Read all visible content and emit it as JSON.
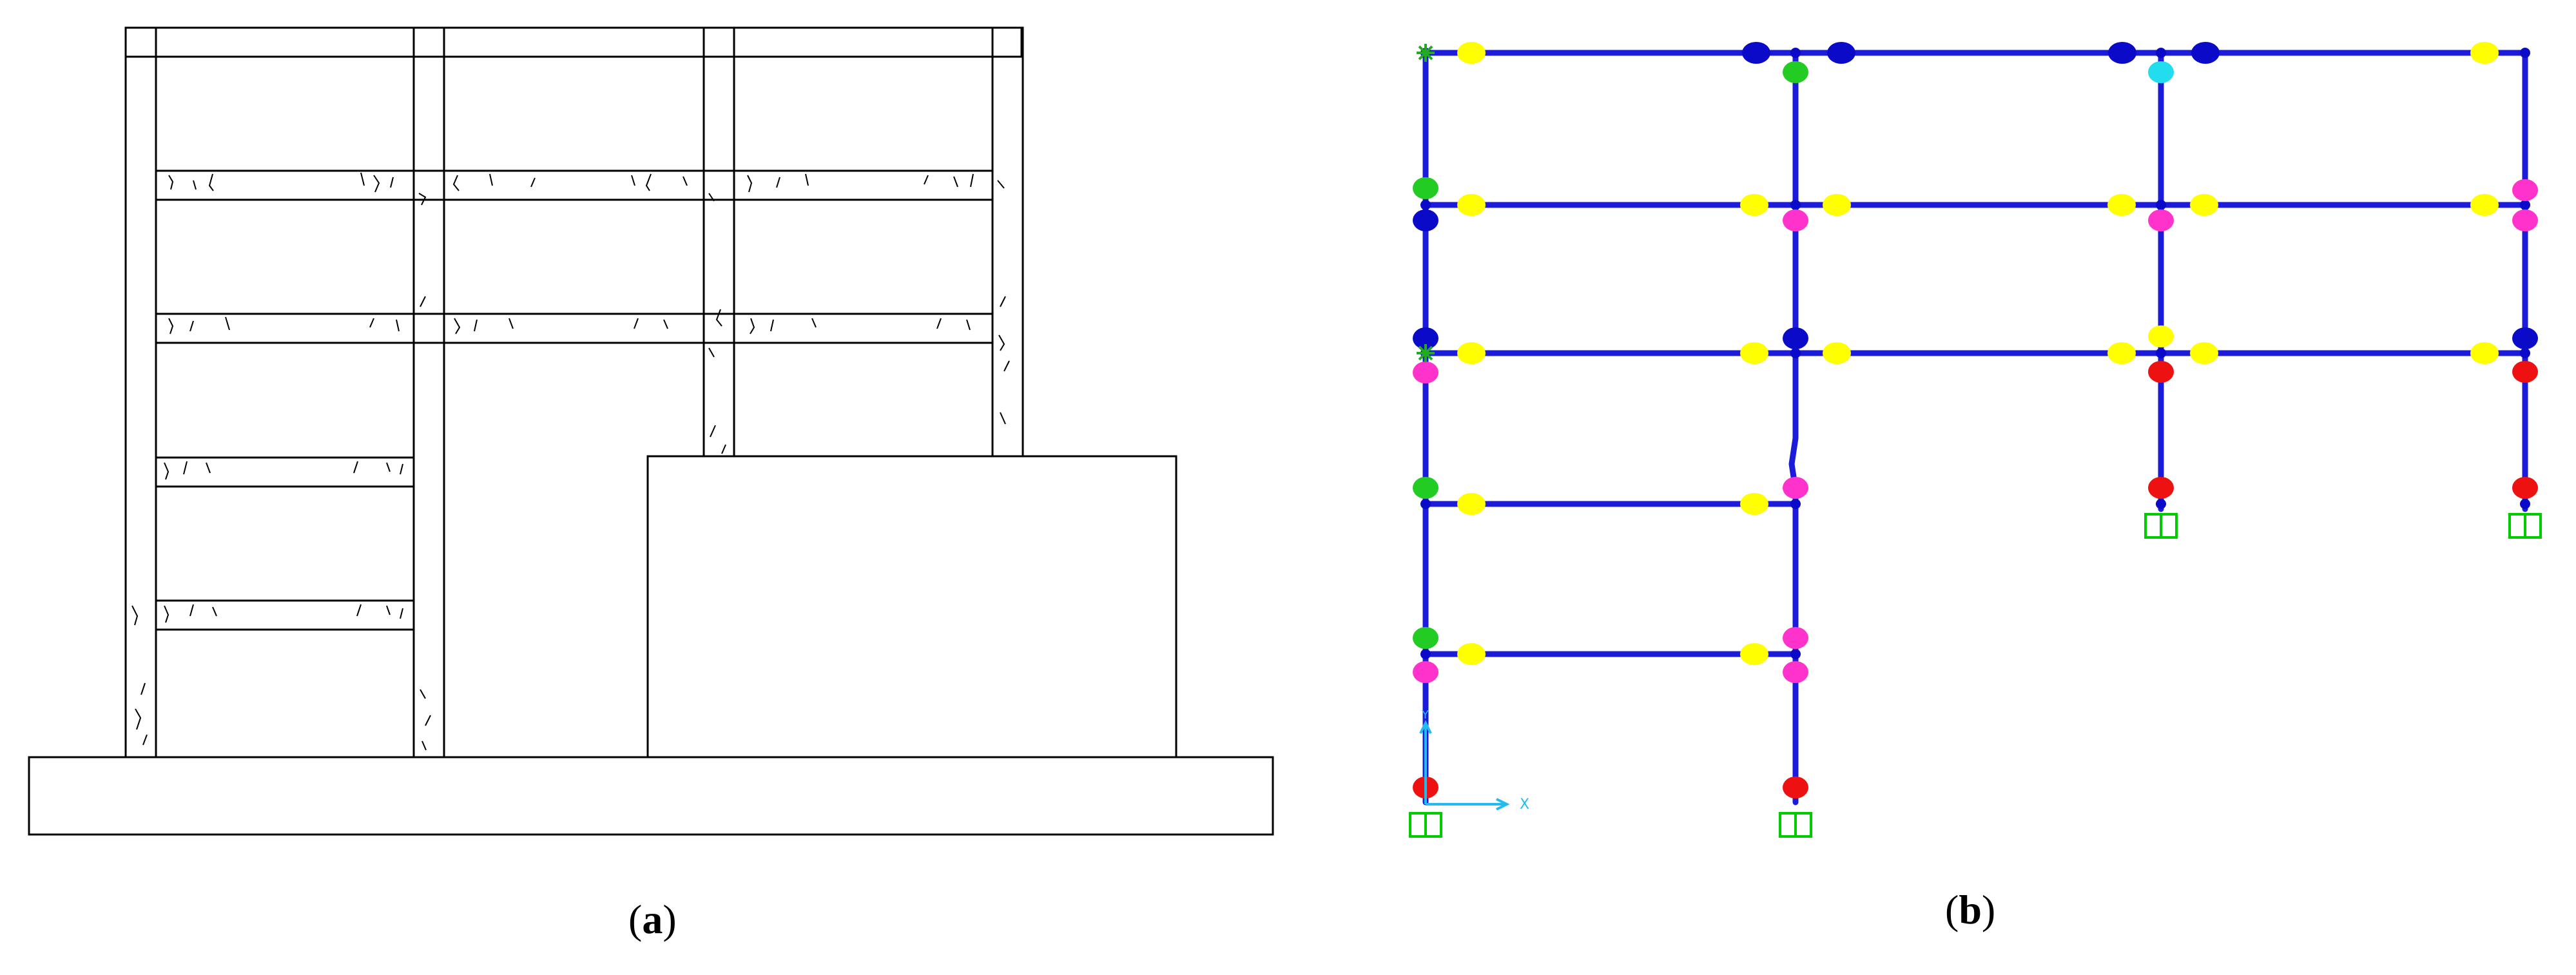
{
  "panels": [
    {
      "id": "a",
      "letter": "a",
      "open": "(",
      "close": ")"
    },
    {
      "id": "b",
      "letter": "b",
      "open": "(",
      "close": ")"
    }
  ],
  "axis_triad": {
    "y_label": "Y",
    "x_label": "X"
  },
  "colors": {
    "frame_blue": "#1b1bd9",
    "hinge_navy": "#0a0ac8",
    "hinge_yellow": "#ffff00",
    "hinge_magenta": "#ff33cc",
    "hinge_green": "#22cc22",
    "hinge_cyan": "#22ddee",
    "hinge_red": "#ee1111",
    "support_green": "#00cc00",
    "axis_cyan": "#22bbee",
    "outline": "#000000"
  },
  "hinge_legend_semantics": [
    "navy",
    "yellow",
    "magenta",
    "green",
    "cyan",
    "red"
  ]
}
